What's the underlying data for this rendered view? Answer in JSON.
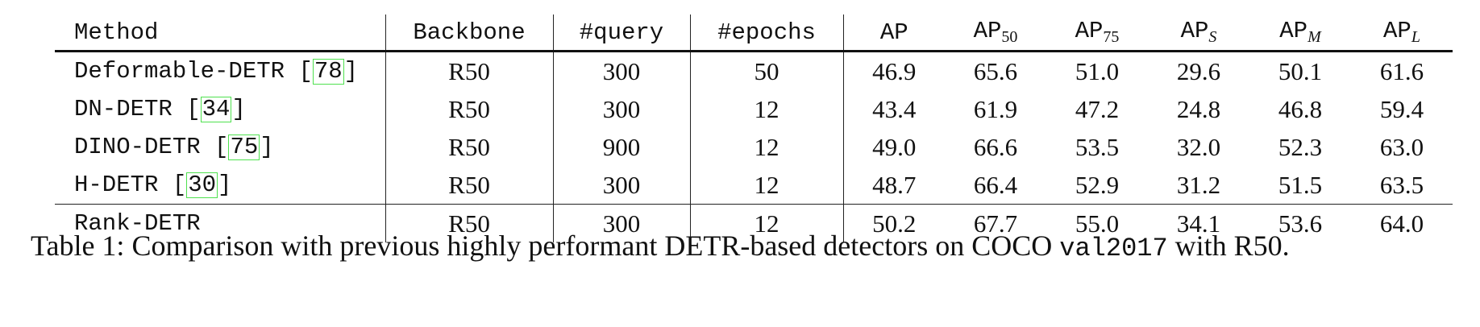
{
  "table": {
    "headers": {
      "method": "Method",
      "backbone": "Backbone",
      "query": "#query",
      "epochs": "#epochs",
      "ap": "AP",
      "ap50_base": "AP",
      "ap50_sub": "50",
      "ap75_base": "AP",
      "ap75_sub": "75",
      "aps_base": "AP",
      "aps_sub": "S",
      "apm_base": "AP",
      "apm_sub": "M",
      "apl_base": "AP",
      "apl_sub": "L"
    },
    "rows": [
      {
        "method": "Deformable-DETR ",
        "ref": "78",
        "backbone": "R50",
        "query": "300",
        "epochs": "50",
        "ap": "46.9",
        "ap50": "65.6",
        "ap75": "51.0",
        "aps": "29.6",
        "apm": "50.1",
        "apl": "61.6"
      },
      {
        "method": "DN-DETR ",
        "ref": "34",
        "backbone": "R50",
        "query": "300",
        "epochs": "12",
        "ap": "43.4",
        "ap50": "61.9",
        "ap75": "47.2",
        "aps": "24.8",
        "apm": "46.8",
        "apl": "59.4"
      },
      {
        "method": "DINO-DETR ",
        "ref": "75",
        "backbone": "R50",
        "query": "900",
        "epochs": "12",
        "ap": "49.0",
        "ap50": "66.6",
        "ap75": "53.5",
        "aps": "32.0",
        "apm": "52.3",
        "apl": "63.0"
      },
      {
        "method": "H-DETR ",
        "ref": "30",
        "backbone": "R50",
        "query": "300",
        "epochs": "12",
        "ap": "48.7",
        "ap50": "66.4",
        "ap75": "52.9",
        "aps": "31.2",
        "apm": "51.5",
        "apl": "63.5"
      },
      {
        "method": "Rank-DETR",
        "backbone": "R50",
        "query": "300",
        "epochs": "12",
        "ap": "50.2",
        "ap50": "67.7",
        "ap75": "55.0",
        "aps": "34.1",
        "apm": "53.6",
        "apl": "64.0"
      }
    ]
  },
  "caption": {
    "label": "Table 1:",
    "text_before": " Comparison with previous highly performant DETR-based detectors on COCO ",
    "code": "val2017",
    "text_after": " with R50."
  },
  "colors": {
    "ref_box": "#4fe14f",
    "text": "#111111"
  }
}
